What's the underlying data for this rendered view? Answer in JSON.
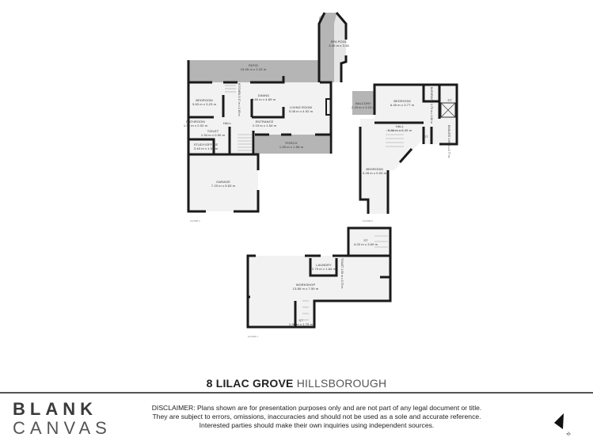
{
  "property": {
    "address": "8 LILAC GROVE",
    "suburb": "HILLSBOROUGH"
  },
  "brand": {
    "line1": "BLANK",
    "line2": "CANVAS"
  },
  "disclaimer": {
    "line1": "DISCLAIMER: Plans shown are for presentation purposes only and are not part of any legal document or title.",
    "line2": "They are subject to errors, omissions, inaccuracies and should not be used as a sole and accurate reference.",
    "line3": "Interested parties should make their own inquiries using independent sources."
  },
  "compass": {
    "label": "N",
    "icon": "north-arrow-icon"
  },
  "colors": {
    "wall": "#1a1a1a",
    "outdoor_fill": "#b5b5b5",
    "room_fill": "#f2f2f2",
    "title": "#222222",
    "suburb": "#555555"
  },
  "floors": {
    "main": {
      "label": "FLOOR 1",
      "rooms": [
        {
          "name": "PATIO",
          "size": "15.99 m x 2.23 m"
        },
        {
          "name": "SPA POOL",
          "size": "3.40 m x 3.36"
        },
        {
          "name": "BEDROOM",
          "size": "3.63 m x 3.23 m"
        },
        {
          "name": "KITCHEN",
          "size": "3.17 m x 1.85 m"
        },
        {
          "name": "DINING",
          "size": "3.60 m x 4.89 m"
        },
        {
          "name": "LIVING ROOM",
          "size": "5.06 m x 4.92 m"
        },
        {
          "name": "BATHROOM",
          "size": "1.95 m x 2.02 m"
        },
        {
          "name": "HALL",
          "size": ""
        },
        {
          "name": "ENTRANCE",
          "size": "2.19 m x 1.54 m"
        },
        {
          "name": "TOILET",
          "size": "1.94 m x 0.90 m"
        },
        {
          "name": "PORCH",
          "size": "1.59 m x 1.55 m"
        },
        {
          "name": "STUDY/OFFICE",
          "size": "3.40 m x 1.59 m"
        },
        {
          "name": "GARAGE",
          "size": "7.23 m x 5.63 m"
        }
      ]
    },
    "upper": {
      "label": "FLOOR 2",
      "rooms": [
        {
          "name": "BALCONY",
          "size": "2.29 m x 3.23 m"
        },
        {
          "name": "BEDROOM",
          "size": "6.49 m x 3.77 m"
        },
        {
          "name": "BATHROOM",
          "size": "1.75 m x 2.88 m"
        },
        {
          "name": "ST",
          "size": ""
        },
        {
          "name": "HALL",
          "size": "5.86 m x 2.49 m"
        },
        {
          "name": "ST",
          "size": ""
        },
        {
          "name": "ENSUITE",
          "size": "1.65 m x 2.77 m"
        },
        {
          "name": "BEDROOM",
          "size": "3.28 m x 9.00 m"
        }
      ]
    },
    "lower": {
      "label": "FLOOR 1",
      "rooms": [
        {
          "name": "ST",
          "size": "4.02 m x 3.69 m"
        },
        {
          "name": "LAUNDRY",
          "size": "2.79 m x 1.64 m"
        },
        {
          "name": "TOILET",
          "size": "1.50 m x 0.70 m"
        },
        {
          "name": "WORKSHOP",
          "size": "13.85 m x 7.59 m"
        },
        {
          "name": "ST",
          "size": "1.96 m x 1.75 m"
        }
      ]
    }
  }
}
